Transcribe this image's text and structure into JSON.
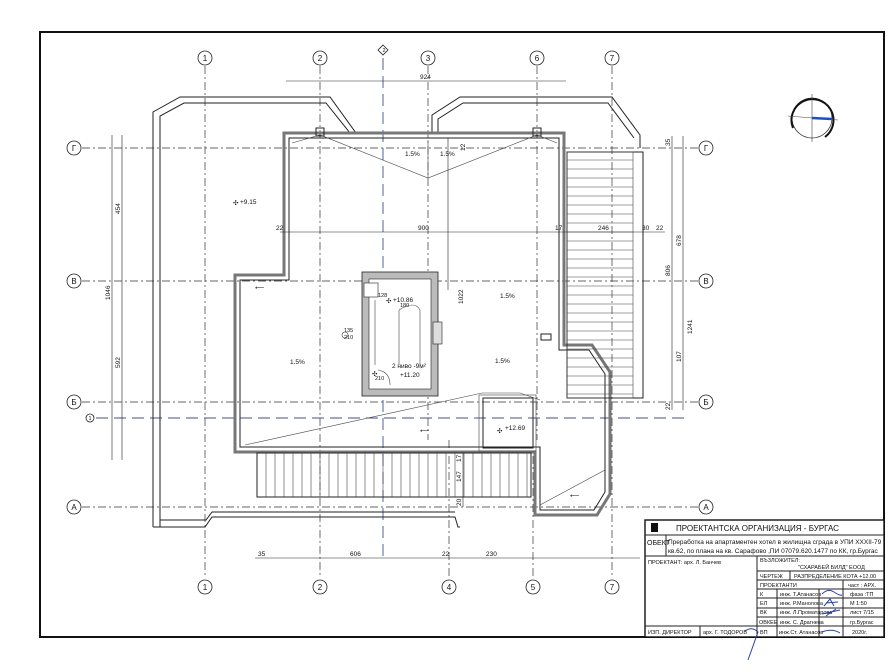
{
  "grid": {
    "top": [
      "1",
      "2",
      "3",
      "6",
      "7"
    ],
    "bottom": [
      "1",
      "2",
      "4",
      "5",
      "7"
    ],
    "rows": [
      "Г",
      "В",
      "Б",
      "А"
    ],
    "aux_vertical": "2",
    "aux_horizontal": "1"
  },
  "dimensions": {
    "top_overall": "924",
    "inner_width": "900",
    "left_22": "22",
    "right_17": "17",
    "stair_strip": "246",
    "strip_30": "30",
    "strip_22": "22",
    "left_454": "454",
    "left_1046": "1046",
    "left_592": "592",
    "right_35": "35",
    "right_678": "678",
    "right_806": "806",
    "right_1241": "1241",
    "right_107": "107",
    "right_22b": "22",
    "bottom_35": "35",
    "bottom_606": "606",
    "bottom_22": "22",
    "bottom_230": "230",
    "center_1022": "1022",
    "strip_147": "147",
    "strip_17": "17",
    "strip_20": "20",
    "top_12": "12"
  },
  "elevations": {
    "e915": "+9.15",
    "e1086": "+10.86",
    "e1120": "+11.20",
    "e1269": "+12.69"
  },
  "slopes": [
    "1.5%",
    "1.5%",
    "1.5%",
    "1.5%",
    "1.5%"
  ],
  "stair": {
    "room": "2 ниво -9м²",
    "labels": [
      "128",
      "180",
      "210",
      "135",
      "210"
    ]
  },
  "title_block": {
    "org": "ПРОЕКТАНТСКА ОРГАНИЗАЦИЯ - БУРГАС",
    "object_label": "ОБЕКТ",
    "object_line1": "Преработка на апартаментен хотел в жилищна сграда в  УПИ XXXII-79",
    "object_line2": "кв.62, по плана  на кв. Сарафово ,ПИ  07079.620.1477 по КК,  гр.Бургас",
    "designer": "ПРОЕКТАНТ: арх. Л. Банчев",
    "client_label": "ВЪЗЛОЖИТЕЛ:",
    "client": "\"СХАРАБЕЙ БИЛД\" ЕООД",
    "drawing_label": "ЧЕРТЕЖ",
    "drawing": "РАЗПРЕДЕЛЕНИЕ КОТА +12.00",
    "designers_label": "ПРОЕКТАНТИ",
    "part": "част : АРХ.",
    "rows": [
      {
        "code": "К",
        "name": "инж. Т.Атанасов",
        "info": "фаза :ТП"
      },
      {
        "code": "ЕЛ",
        "name": "инж. Р.Манолова",
        "info": "М 1:50"
      },
      {
        "code": "ВК",
        "name": "инж. Л.Проматарова",
        "info": "лист 7/15"
      },
      {
        "code": "ОВКЕЕ",
        "name": "инж. С. Драгнева",
        "info": "гр.Бургас"
      }
    ],
    "director_label": "ИЗП. ДИРЕКТОР",
    "director": "арх. Г. ТОДОРОВ",
    "vp_code": "ВП",
    "vp_name": "инж.Ст. Атанасов",
    "year": "2020г."
  }
}
